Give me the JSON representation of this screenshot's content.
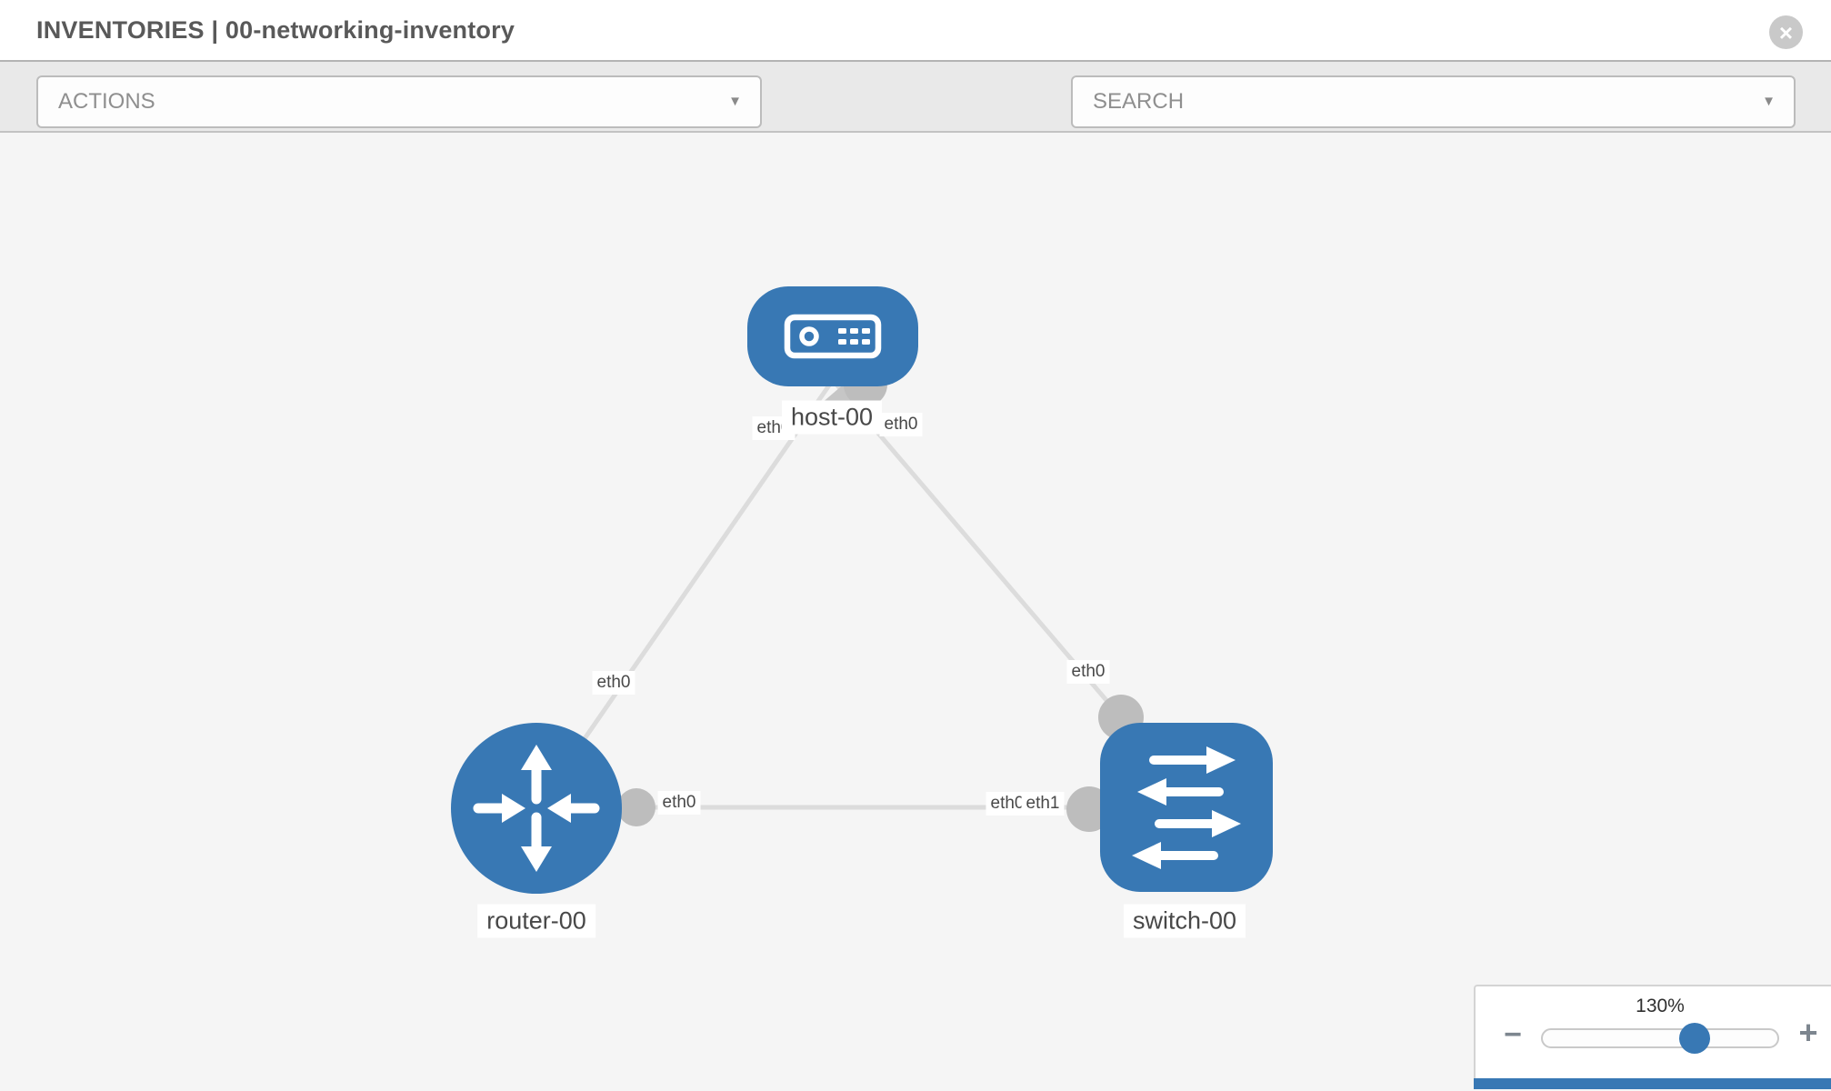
{
  "header": {
    "title": "INVENTORIES | 00-networking-inventory",
    "close_icon": "×"
  },
  "toolbar": {
    "actions_placeholder": "ACTIONS",
    "search_placeholder": "SEARCH",
    "caret_icon": "▼",
    "icons": {
      "wrench": "wrench-icon",
      "key": "key-icon"
    }
  },
  "graph": {
    "nodes": {
      "host": {
        "label": "host-00",
        "type": "host"
      },
      "router": {
        "label": "router-00",
        "type": "router"
      },
      "switch": {
        "label": "switch-00",
        "type": "switch"
      }
    },
    "interface_labels": {
      "host_left": "eth0",
      "host_right": "eth0",
      "router_top": "eth0",
      "router_right": "eth0",
      "switch_top": "eth0",
      "switch_left_covered": "eth0",
      "switch_left": "eth1"
    },
    "links": [
      {
        "from": "host-00",
        "from_if": "eth0",
        "to": "router-00",
        "to_if": "eth0"
      },
      {
        "from": "host-00",
        "from_if": "eth0",
        "to": "switch-00",
        "to_if": "eth0"
      },
      {
        "from": "router-00",
        "from_if": "eth0",
        "to": "switch-00",
        "to_if": "eth1"
      }
    ]
  },
  "zoom_control": {
    "value": "130%",
    "minus_label": "−",
    "plus_label": "+"
  },
  "colors": {
    "node_blue": "#3878b4",
    "link_gray": "#dcdcdc",
    "endpoint_gray": "#bdbdbd",
    "toolbar_bg": "#e9e9e9",
    "canvas_bg": "#f5f5f5"
  }
}
